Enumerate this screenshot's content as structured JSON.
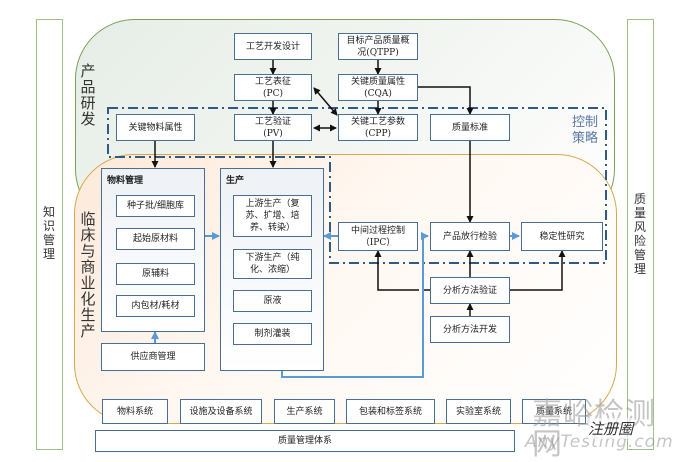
{
  "left_bar": {
    "label": [
      "知",
      "识",
      "管",
      "理"
    ]
  },
  "right_bar": {
    "label": [
      "质",
      "量",
      "风",
      "险",
      "管",
      "理"
    ]
  },
  "rd_area": {
    "label": [
      "产",
      "品",
      "研",
      "发"
    ]
  },
  "mfg_area": {
    "label": [
      "临",
      "床",
      "与",
      "商",
      "业",
      "化",
      "生",
      "产"
    ]
  },
  "control_strategy": {
    "label_line1": "控制",
    "label_line2": "策略"
  },
  "colors": {
    "box_border": "#4a6f93",
    "rd_border": "#7aa35a",
    "mfg_border": "#d7a84a",
    "side_border": "#9cc28a",
    "blue_arrow": "#5b9bd5",
    "control_text": "#5b7aa8"
  },
  "nodes": {
    "process_design": {
      "line1": "工艺开发设计"
    },
    "qtpp": {
      "line1": "目标产品质量概",
      "line2": "况(QTPP)"
    },
    "pc": {
      "line1": "工艺表征",
      "line2": "(PC)"
    },
    "cqa": {
      "line1": "关键质量属性",
      "line2": "(CQA)"
    },
    "cma": {
      "line1": "关键物料属性"
    },
    "pv": {
      "line1": "工艺验证",
      "line2": "(PV)"
    },
    "cpp": {
      "line1": "关键工艺参数",
      "line2": "(CPP)"
    },
    "quality_standard": {
      "line1": "质量标准"
    },
    "ipc": {
      "line1": "中间过程控制",
      "line2": "（IPC）"
    },
    "release_test": {
      "line1": "产品放行检验"
    },
    "stability": {
      "line1": "稳定性研究"
    },
    "method_validation": {
      "line1": "分析方法验证"
    },
    "method_development": {
      "line1": "分析方法开发"
    },
    "supplier_mgmt": {
      "line1": "供应商管理"
    }
  },
  "material_panel": {
    "title": "物料管理",
    "items": [
      "种子批/细胞库",
      "起始原材料",
      "原辅料",
      "内包材/耗材"
    ]
  },
  "production_panel": {
    "title": "生产",
    "items": [
      {
        "line1": "上游生产（复",
        "line2": "苏、扩增、培",
        "line3": "养、转染）"
      },
      {
        "line1": "下游生产（纯",
        "line2": "化、浓缩）"
      },
      {
        "line1": "原液"
      },
      {
        "line1": "制剂灌装"
      }
    ]
  },
  "systems": [
    "物料系统",
    "设施及设备系统",
    "生产系统",
    "包装和标签系统",
    "实验室系统",
    "质量系统"
  ],
  "qms": {
    "label": "质量管理体系"
  },
  "watermark": {
    "line1": "嘉峪检测网",
    "line2": "AnyTesting.com",
    "badge": "注册圈"
  }
}
